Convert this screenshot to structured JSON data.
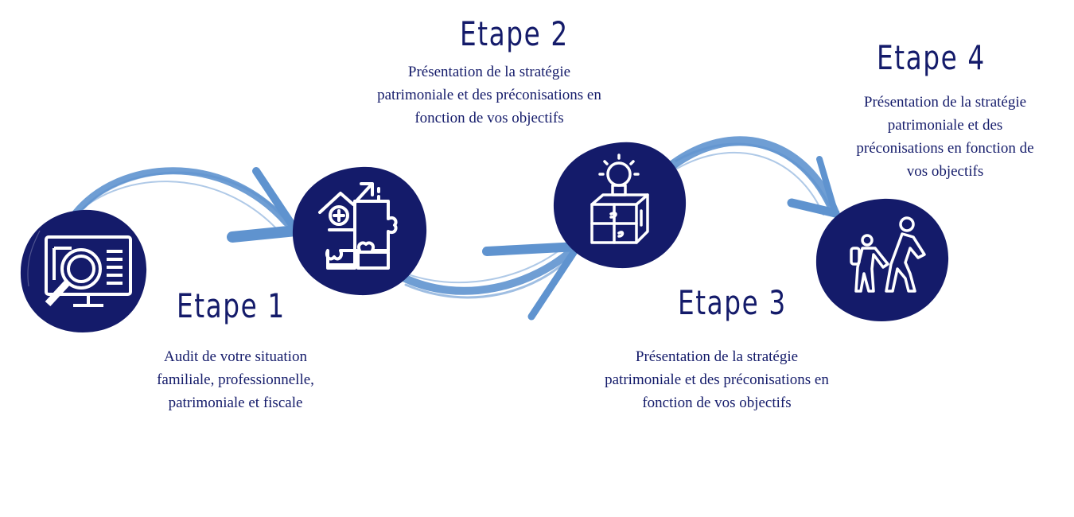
{
  "colors": {
    "navy": "#141b6a",
    "arrow_blue": "#5f93cf",
    "icon_white": "#ffffff"
  },
  "steps": [
    {
      "title": "Etape 1",
      "icon": "computer-magnifier-icon",
      "lines": [
        "Audit de votre situation",
        "familiale, professionnelle,",
        "patrimoniale et fiscale"
      ]
    },
    {
      "title": "Etape 2",
      "icon": "puzzle-growth-icon",
      "lines": [
        "Présentation de la stratégie",
        "patrimoniale et des préconisations en",
        "fonction de vos objectifs"
      ]
    },
    {
      "title": "Etape 3",
      "icon": "lightbulb-puzzle-box-icon",
      "lines": [
        "Présentation de la stratégie",
        "patrimoniale et des préconisations en",
        "fonction de vos objectifs"
      ]
    },
    {
      "title": "Etape 4",
      "icon": "parent-child-walking-icon",
      "lines": [
        "Présentation de la stratégie",
        "patrimoniale et des",
        "préconisations en fonction de",
        "vos objectifs"
      ]
    }
  ]
}
